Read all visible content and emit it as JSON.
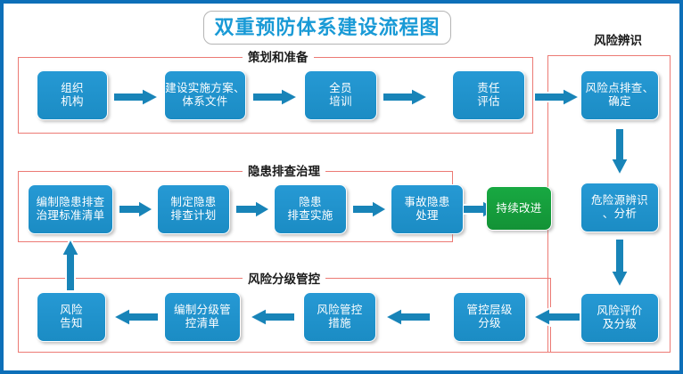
{
  "title": "双重预防体系建设流程图",
  "theme": {
    "frame_border": "#0d6fb8",
    "section_border": "#ec7a74",
    "node_blue": "#1f93cd",
    "node_green": "#17a03d",
    "arrow_blue": "#1884b8",
    "title_text": "#199ad6"
  },
  "sections": {
    "planning": {
      "label": "策划和准备"
    },
    "hazard": {
      "label": "隐患排查治理"
    },
    "control": {
      "label": "风险分级管控"
    },
    "identify": {
      "label": "风险辨识"
    }
  },
  "nodes": {
    "org": "组织\n机构",
    "org_l1": "组织",
    "org_l2": "机构",
    "plan_doc_l1": "建设实施方案、",
    "plan_doc_l2": "体系文件",
    "training_l1": "全员",
    "training_l2": "培训",
    "responsibility_l1": "责任",
    "responsibility_l2": "评估",
    "hazard_std_l1": "编制隐患排查",
    "hazard_std_l2": "治理标准清单",
    "hazard_plan_l1": "制定隐患",
    "hazard_plan_l2": "排查计划",
    "hazard_exec_l1": "隐患",
    "hazard_exec_l2": "排查实施",
    "hazard_handle_l1": "事故隐患",
    "hazard_handle_l2": "处理",
    "improve": "持续改进",
    "risk_notify_l1": "风险",
    "risk_notify_l2": "告知",
    "control_list_l1": "编制分级管",
    "control_list_l2": "控清单",
    "control_measure_l1": "风险管控",
    "control_measure_l2": "措施",
    "control_level_l1": "管控层级",
    "control_level_l2": "分级",
    "risk_point_l1": "风险点排查、",
    "risk_point_l2": "确定",
    "source_ident_l1": "危险源辨识",
    "source_ident_l2": "、分析",
    "risk_eval_l1": "风险评价",
    "risk_eval_l2": "及分级"
  },
  "arrows": {
    "r1_a1": "arrow-right-icon",
    "r1_a2": "arrow-right-icon",
    "r1_a3": "arrow-right-icon",
    "r1_to_identify": "arrow-right-icon",
    "r2_a1": "arrow-right-icon",
    "r2_a2": "arrow-right-icon",
    "r2_a3": "arrow-right-icon",
    "r2_to_improve": "arrow-right-icon",
    "r3_a1": "arrow-left-icon",
    "r3_a2": "arrow-left-icon",
    "r3_a3": "arrow-left-icon",
    "eval_to_level": "arrow-left-icon",
    "risk_point_down": "arrow-down-icon",
    "source_down": "arrow-down-icon",
    "notify_up": "arrow-up-icon"
  }
}
